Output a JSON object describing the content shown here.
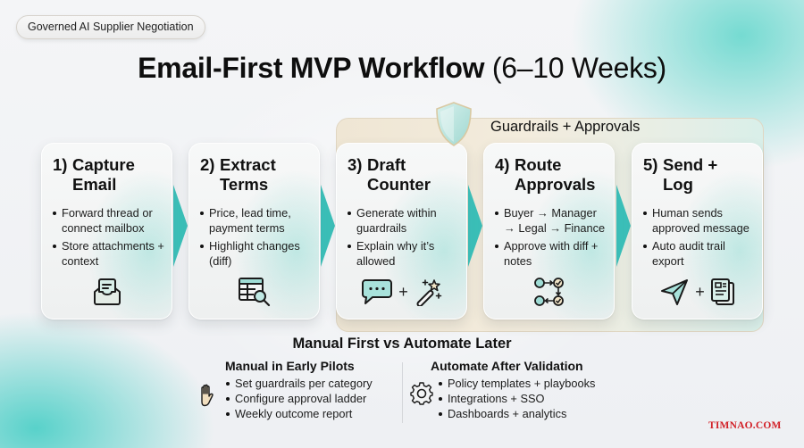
{
  "badge": {
    "label": "Governed AI Supplier Negotiation"
  },
  "header": {
    "title_bold": "Email-First MVP Workflow",
    "title_light": "(6–10 Weeks)"
  },
  "guardrails": {
    "label": "Guardrails + Approvals",
    "icon": "shield-icon",
    "spans_steps": [
      3,
      4,
      5
    ]
  },
  "steps": [
    {
      "number": "1)",
      "title_line1": "Capture",
      "title_line2": "Email",
      "bullets": [
        "Forward thread or connect mailbox",
        "Store attachments + context"
      ],
      "icons": [
        "inbox-tray-icon"
      ]
    },
    {
      "number": "2)",
      "title_line1": "Extract",
      "title_line2": "Terms",
      "bullets": [
        "Price, lead time, payment terms",
        "Highlight changes (diff)"
      ],
      "icons": [
        "table-search-icon"
      ]
    },
    {
      "number": "3)",
      "title_line1": "Draft",
      "title_line2": "Counter",
      "bullets": [
        "Generate within guardrails",
        "Explain why it’s allowed"
      ],
      "icons": [
        "chat-bubble-icon",
        "magic-wand-icon"
      ],
      "joiner": "+"
    },
    {
      "number": "4)",
      "title_line1": "Route",
      "title_line2": "Approvals",
      "bullets": [
        "Buyer → Manager → Legal → Finance",
        "Approve with diff + notes"
      ],
      "icons": [
        "approval-flow-icon"
      ]
    },
    {
      "number": "5)",
      "title_line1": "Send +",
      "title_line2": "Log",
      "bullets": [
        "Human sends approved message",
        "Auto audit trail export"
      ],
      "icons": [
        "send-paper-plane-icon",
        "document-log-icon"
      ],
      "joiner": "+"
    }
  ],
  "comparison": {
    "title": "Manual First vs Automate Later",
    "manual": {
      "title": "Manual in Early Pilots",
      "icon": "hand-icon",
      "items": [
        "Set guardrails per category",
        "Configure approval ladder",
        "Weekly outcome report"
      ]
    },
    "automate": {
      "title": "Automate After Validation",
      "icon": "gear-icon",
      "items": [
        "Policy templates + playbooks",
        "Integrations + SSO",
        "Dashboards + analytics"
      ]
    }
  },
  "watermark": "TIMNAO.COM",
  "colors": {
    "accent_teal": "#3cc2bb",
    "icon_fill_teal": "#bfe9e4",
    "icon_fill_cream": "#f1e4c6",
    "guardrail_panel": "#f0e8d8",
    "watermark_red": "#d21f26",
    "text": "#111111"
  }
}
